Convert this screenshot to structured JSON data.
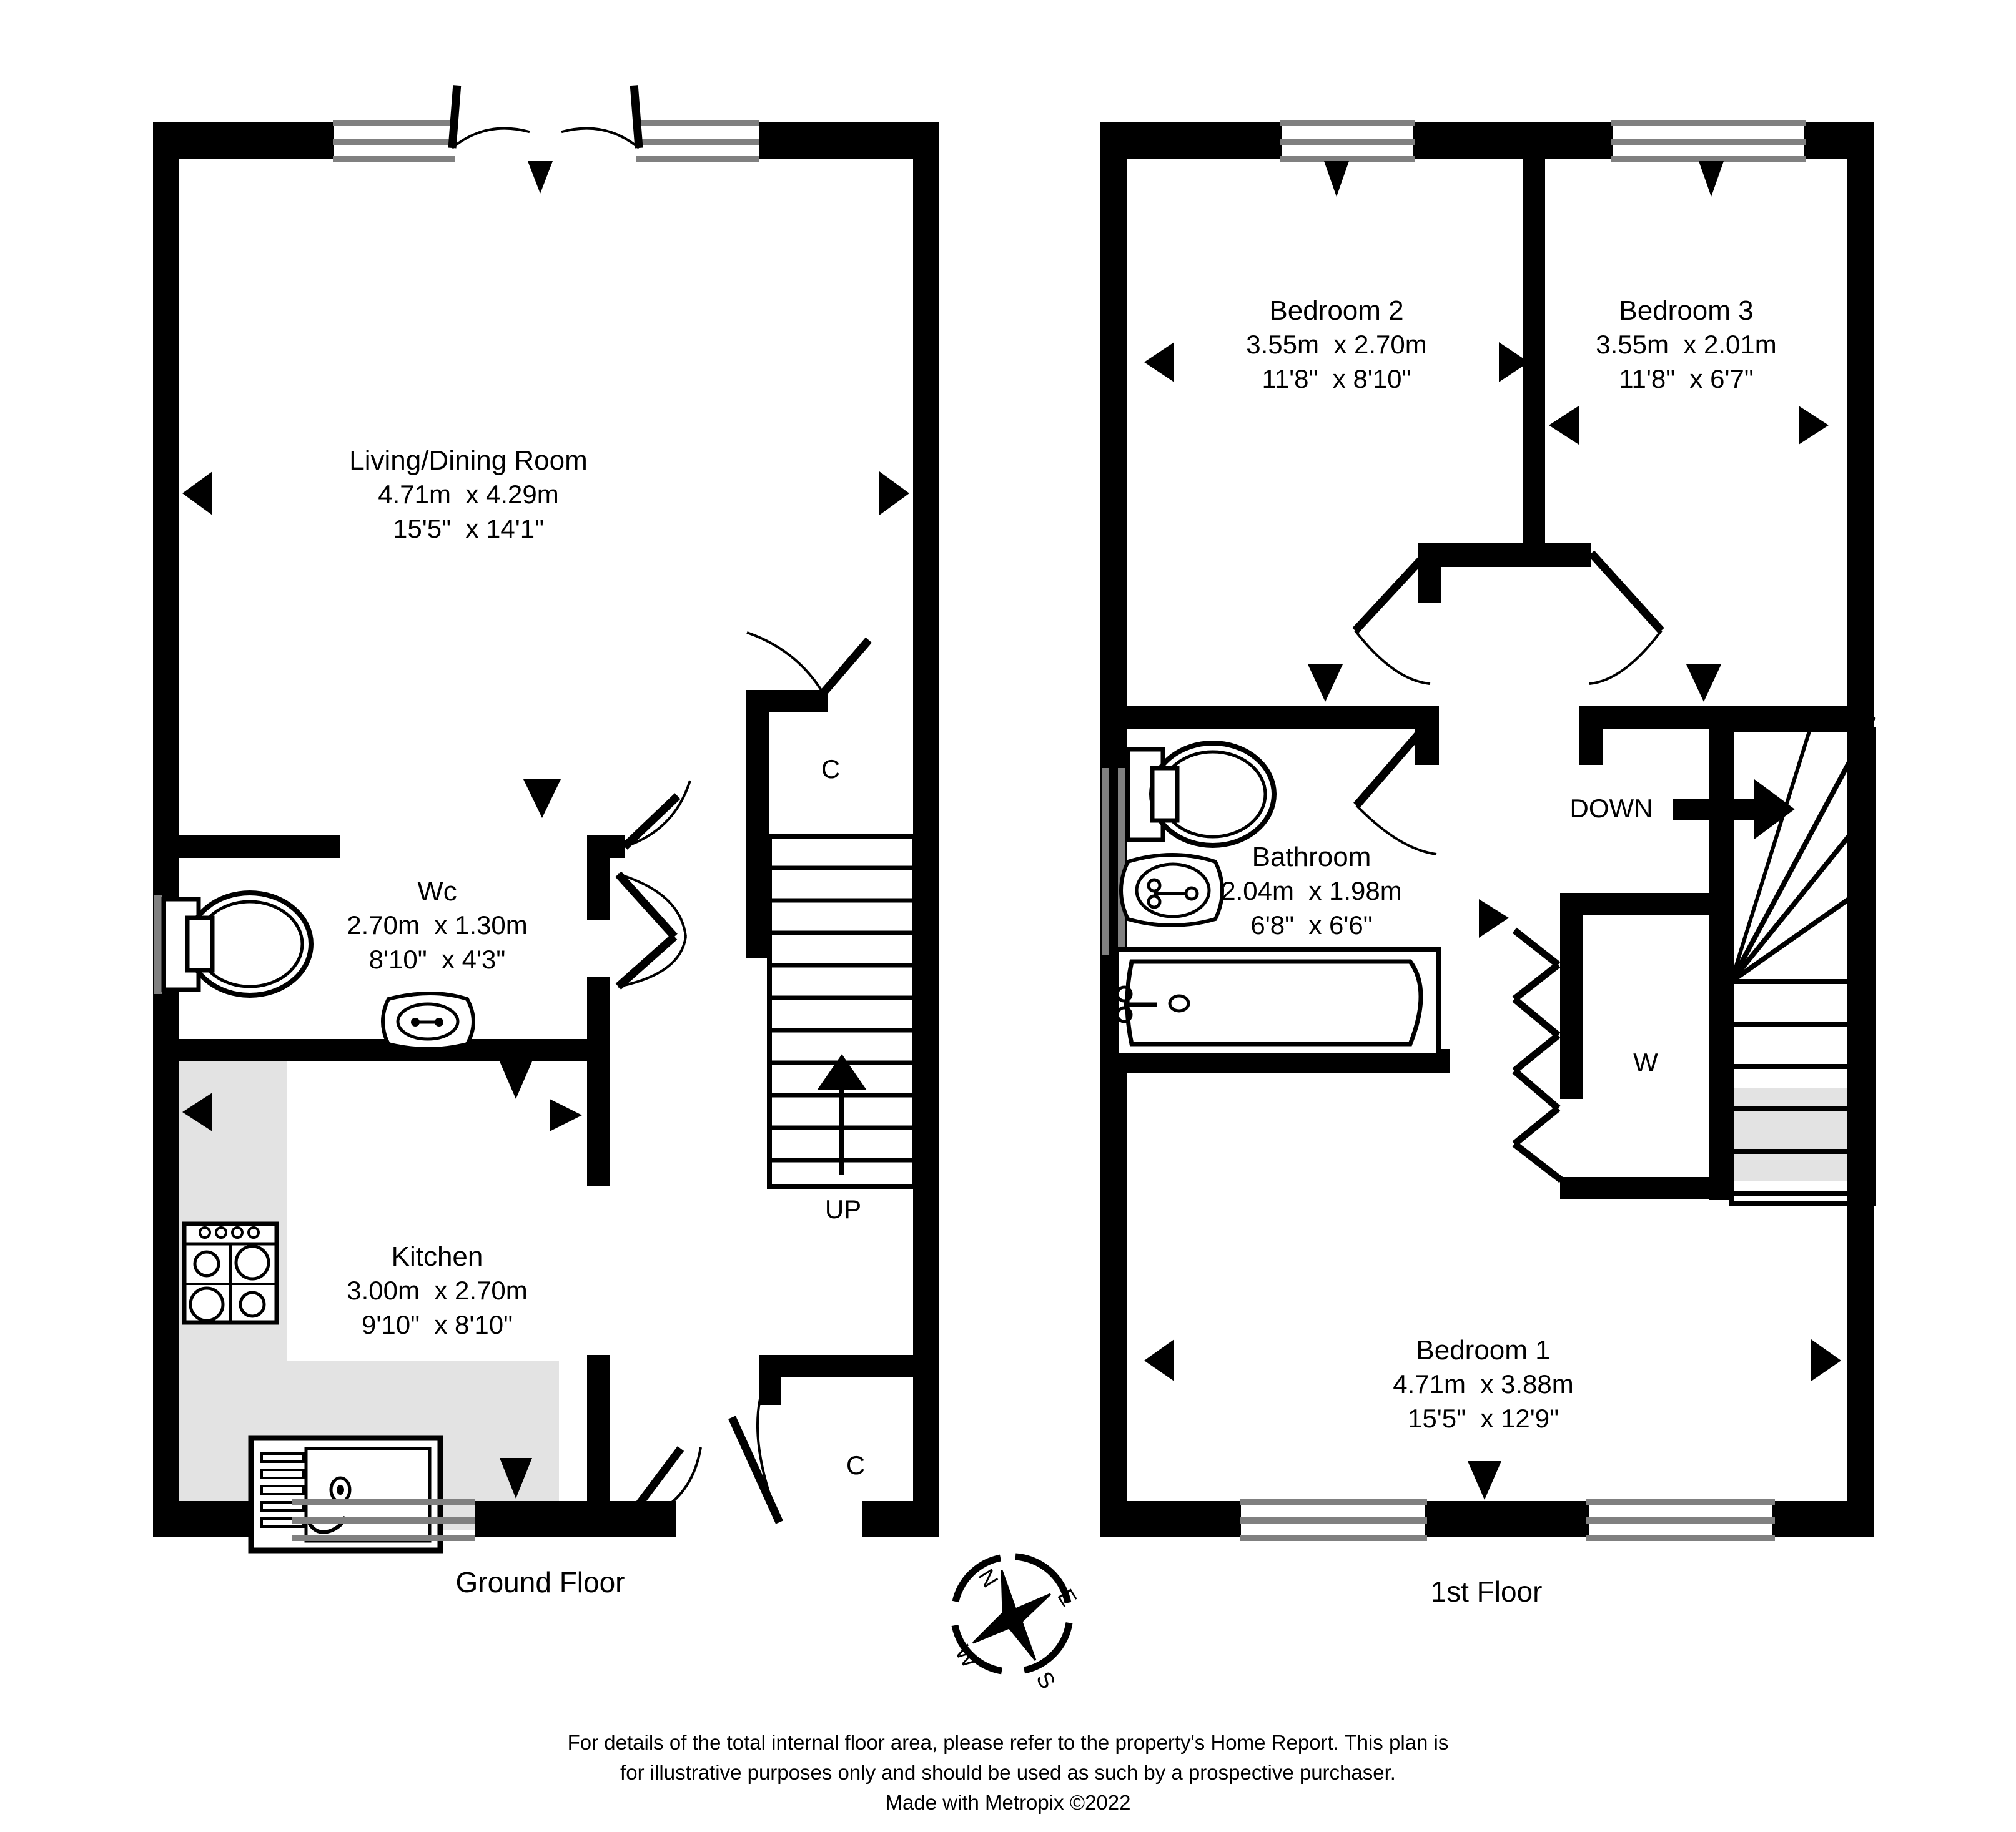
{
  "plan": {
    "type": "floor-plan",
    "title_ground": "Ground Floor",
    "title_first": "1st Floor",
    "wall_color": "#000000",
    "window_color": "#808080",
    "floor_shade_color": "#e3e3e3",
    "background": "#ffffff"
  },
  "ground_floor": {
    "label": "Ground Floor",
    "rooms": [
      {
        "name": "Living/Dining Room",
        "dim_metric": "4.71m  x 4.29m",
        "dim_imperial": "15'5\"  x 14'1\""
      },
      {
        "name": "Wc",
        "dim_metric": "2.70m  x 1.30m",
        "dim_imperial": "8'10\"  x 4'3\""
      },
      {
        "name": "Kitchen",
        "dim_metric": "3.00m  x 2.70m",
        "dim_imperial": "9'10\"  x 8'10\""
      }
    ],
    "cupboard_upper": "C",
    "cupboard_lower": "C",
    "stairs_label": "UP"
  },
  "first_floor": {
    "label": "1st Floor",
    "rooms": [
      {
        "name": "Bedroom 2",
        "dim_metric": "3.55m  x 2.70m",
        "dim_imperial": "11'8\"  x 8'10\""
      },
      {
        "name": "Bedroom 3",
        "dim_metric": "3.55m  x 2.01m",
        "dim_imperial": "11'8\"  x 6'7\""
      },
      {
        "name": "Bathroom",
        "dim_metric": "2.04m  x 1.98m",
        "dim_imperial": "6'8\"  x 6'6\""
      },
      {
        "name": "Bedroom 1",
        "dim_metric": "4.71m  x 3.88m",
        "dim_imperial": "15'5\"  x 12'9\""
      }
    ],
    "wardrobe": "W",
    "stairs_label": "DOWN"
  },
  "compass": {
    "north": "N",
    "east": "E",
    "south": "S",
    "west": "W"
  },
  "footer": {
    "line1": "For details of the total internal floor area, please refer to the property's Home Report. This plan is",
    "line2": "for illustrative purposes only and should be used as such by a prospective purchaser.",
    "line3": "Made with Metropix ©2022"
  }
}
